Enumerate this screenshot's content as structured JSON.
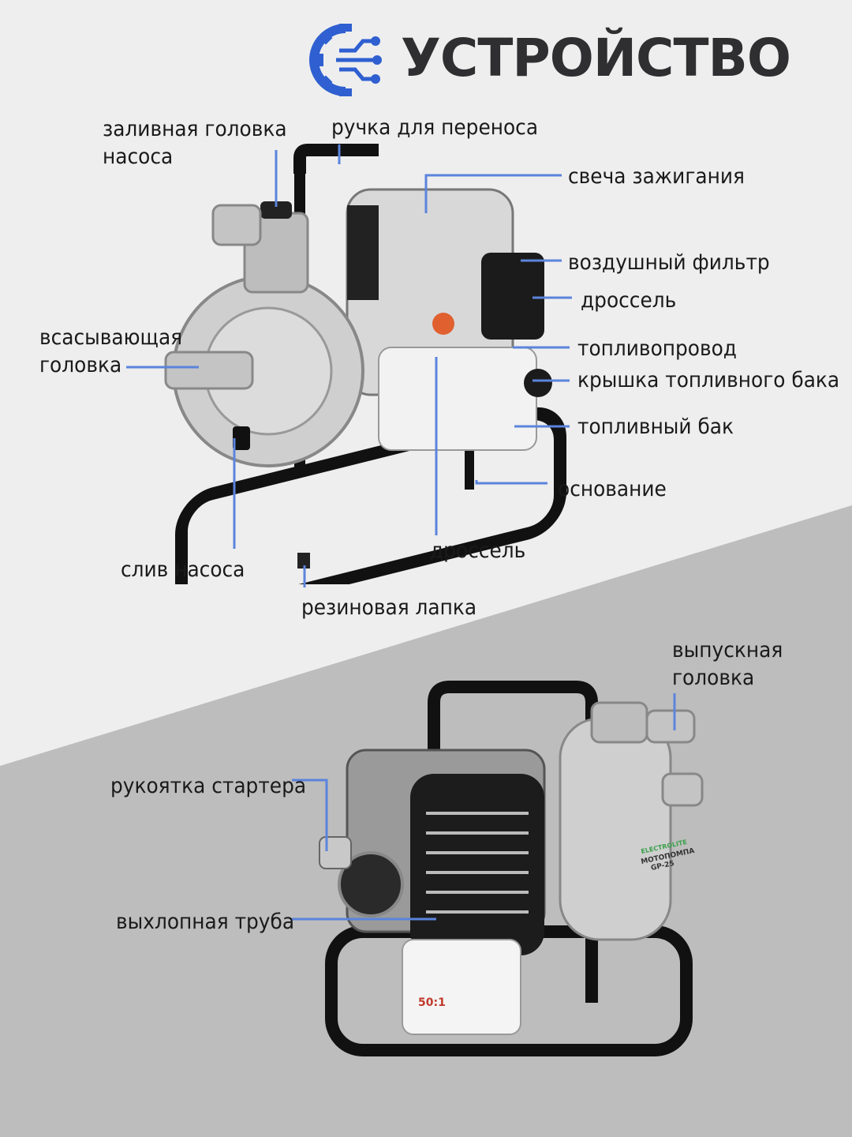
{
  "header": {
    "title": "УСТРОЙСТВО",
    "logo_icon": "gear-circuit-logo-icon",
    "accent_color": "#2f5fd0",
    "title_color": "#2f2f31"
  },
  "top_view": {
    "labels": {
      "primer_cap_line1": "заливная головка",
      "primer_cap_line2": "насоса",
      "carry_handle": "ручка для переноса",
      "spark_plug": "свеча зажигания",
      "air_filter": "воздушный фильтр",
      "choke_top": "дроссель",
      "suction_line1": "всасывающая",
      "suction_line2": "головка",
      "fuel_line": "топливопровод",
      "fuel_cap": "крышка топливного бака",
      "fuel_tank": "топливный бак",
      "base": "основание",
      "drain": "слив насоса",
      "choke_bottom": "дроссель",
      "rubber_foot": "резиновая лапка"
    }
  },
  "bottom_view": {
    "labels": {
      "outlet_line1": "выпускная",
      "outlet_line2": "головка",
      "starter_handle": "рукоятка стартера",
      "exhaust": "выхлопная труба"
    },
    "product_badge": {
      "brand": "ELECTROLITE",
      "name": "МОТОПОМПА",
      "model": "GP-25",
      "fuel_mix": "50:1"
    }
  },
  "colors": {
    "background_top": "#efefef",
    "background_bottom": "#bdbdbd",
    "leader_line": "#5b84dc",
    "frame": "#111111",
    "pump_body": "#c9c9c9"
  }
}
